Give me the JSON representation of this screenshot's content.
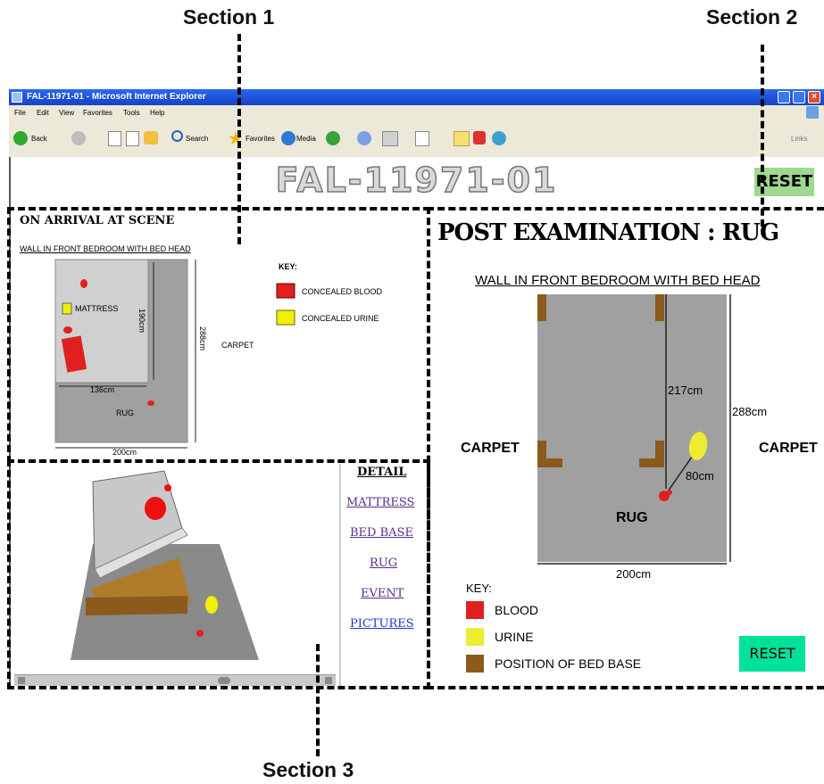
{
  "annotations": {
    "section1": "Section 1",
    "section2": "Section 2",
    "section3": "Section 3"
  },
  "window": {
    "title": "FAL-11971-01 - Microsoft Internet Explorer",
    "menu": [
      "File",
      "Edit",
      "View",
      "Favorites",
      "Tools",
      "Help"
    ],
    "toolbar": {
      "back": "Back",
      "search": "Search",
      "favorites": "Favorites",
      "media": "Media",
      "links": "Links"
    }
  },
  "page": {
    "title": "FAL-11971-01",
    "reset_top": "RESET"
  },
  "arrival": {
    "heading": "ON ARRIVAL AT SCENE",
    "wall_label": "WALL IN FRONT BEDROOM WITH BED HEAD",
    "mattress": "MATTRESS",
    "dim_190": "190cm",
    "dim_288": "288cm",
    "dim_136": "136cm",
    "dim_200": "200cm",
    "carpet": "CARPET",
    "rug": "RUG",
    "key_title": "KEY:",
    "key_items": [
      "CONCEALED BLOOD",
      "CONCEALED URINE"
    ],
    "colors": {
      "blood": "#e02020",
      "urine": "#f0f000",
      "rug": "#a0a0a0",
      "mattress": "#d0d0d0"
    }
  },
  "detail_menu": {
    "title": "DETAIL",
    "links": [
      "MATTRESS",
      "BED BASE",
      "RUG",
      "EVENT",
      "PICTURES"
    ]
  },
  "post": {
    "heading": "POST EXAMINATION : RUG",
    "wall_label": "WALL IN FRONT BEDROOM WITH BED HEAD",
    "dim_217": "217cm",
    "dim_288": "288cm",
    "dim_80": "80cm",
    "dim_200": "200cm",
    "carpet_left": "CARPET",
    "carpet_right": "CARPET",
    "rug": "RUG",
    "key_title": "KEY:",
    "key_items": [
      "BLOOD",
      "URINE",
      "POSITION OF BED BASE"
    ],
    "reset": "RESET",
    "colors": {
      "blood": "#e02020",
      "urine": "#ecec30",
      "bedbase": "#8b5a1c",
      "rug": "#a0a0a0",
      "reset_bg": "#00e29a"
    }
  }
}
